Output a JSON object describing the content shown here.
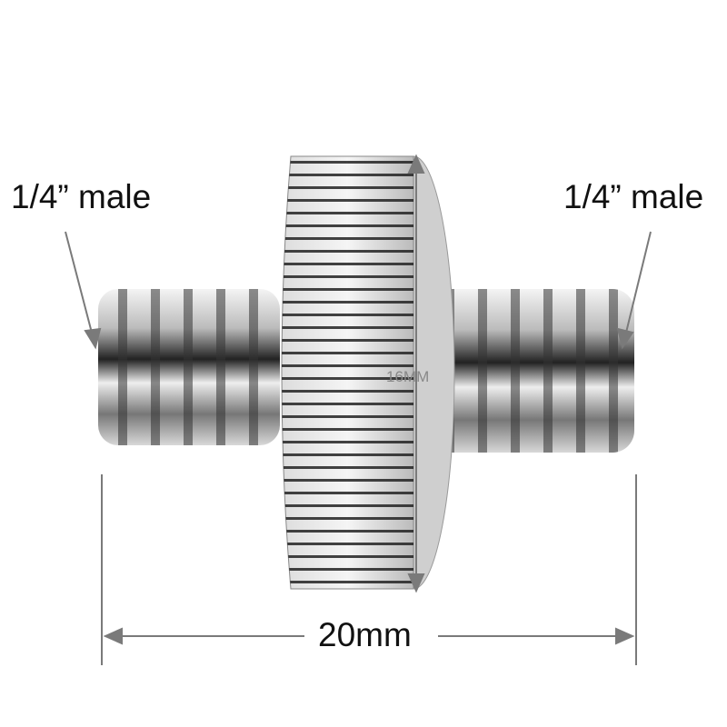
{
  "labels": {
    "left_thread": "1/4” male",
    "right_thread": "1/4” male",
    "length_dimension": "20mm",
    "diameter_dimension": "16MM"
  },
  "colors": {
    "annotation": "#7a7a7a",
    "metal_light": "#e8e8e8",
    "metal_dark": "#1a1a1a"
  }
}
